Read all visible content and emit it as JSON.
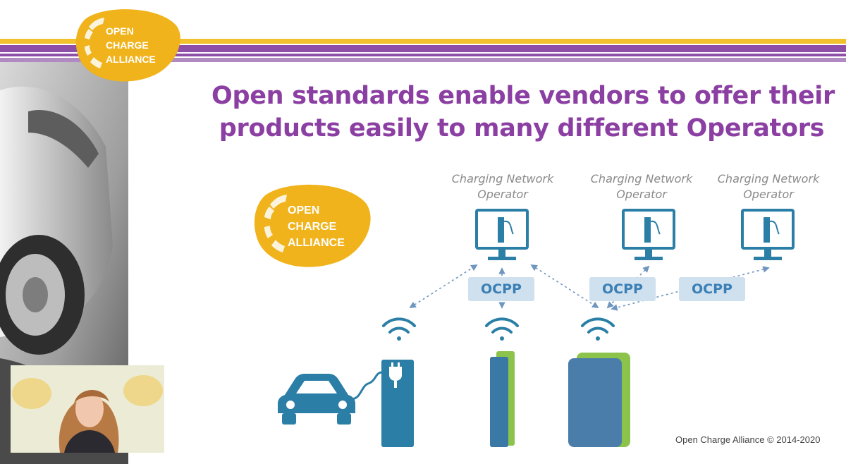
{
  "slide": {
    "title_line1": "Open standards enable vendors to offer their",
    "title_line2": "products easily to many different Operators",
    "footer": "Open Charge Alliance © 2014-2020"
  },
  "logo": {
    "line1": "OPEN",
    "line2": "CHARGE",
    "line3": "ALLIANCE"
  },
  "operators": [
    {
      "line1": "Charging Network",
      "line2": "Operator"
    },
    {
      "line1": "Charging Network",
      "line2": "Operator"
    },
    {
      "line1": "Charging Network",
      "line2": "Operator"
    }
  ],
  "protocols": [
    {
      "label": "OCPP"
    },
    {
      "label": "OCPP"
    },
    {
      "label": "OCPP"
    }
  ],
  "colors": {
    "title_purple": "#8c3fa3",
    "bar_purple": "#8e4fa8",
    "bar_yellow": "#f2c12e",
    "logo_yellow": "#f0b31b",
    "icon_blue": "#2b7fa6",
    "charger_green": "#8cc34a",
    "ocpp_bg": "#cfe0ee"
  }
}
